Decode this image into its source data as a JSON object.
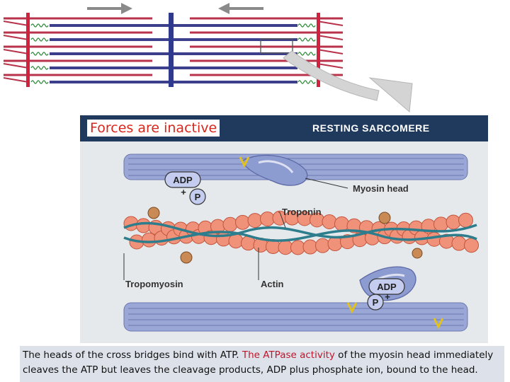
{
  "slide": {
    "heading": "Forces are inactive",
    "caption": {
      "part1": "The heads of the cross bridges bind with ATP. ",
      "highlight": "The ATPase activity",
      "part2": " of the myosin head immediately cleaves the ATP but leaves the cleavage products, ADP plus phosphate ion, bound to the head."
    }
  },
  "figure": {
    "title": "RESTING SARCOMERE",
    "labels": {
      "myosin_head": "Myosin head",
      "troponin": "Troponin",
      "tropomyosin": "Tropomyosin",
      "actin": "Actin"
    },
    "molecules": {
      "adp": "ADP",
      "p": "P",
      "plus": "+"
    }
  },
  "colors": {
    "header_bar": "#1f3a5c",
    "heading_text": "#d9261c",
    "highlight_text": "#c0152a",
    "actin_bead": "#f0927a",
    "myosin": "#7d8fc0",
    "thin_filament": "#b8324a",
    "thick_filament": "#3b3f8c"
  },
  "icons": [
    "arrow-right-icon",
    "arrow-left-icon",
    "curved-arrow-icon"
  ]
}
